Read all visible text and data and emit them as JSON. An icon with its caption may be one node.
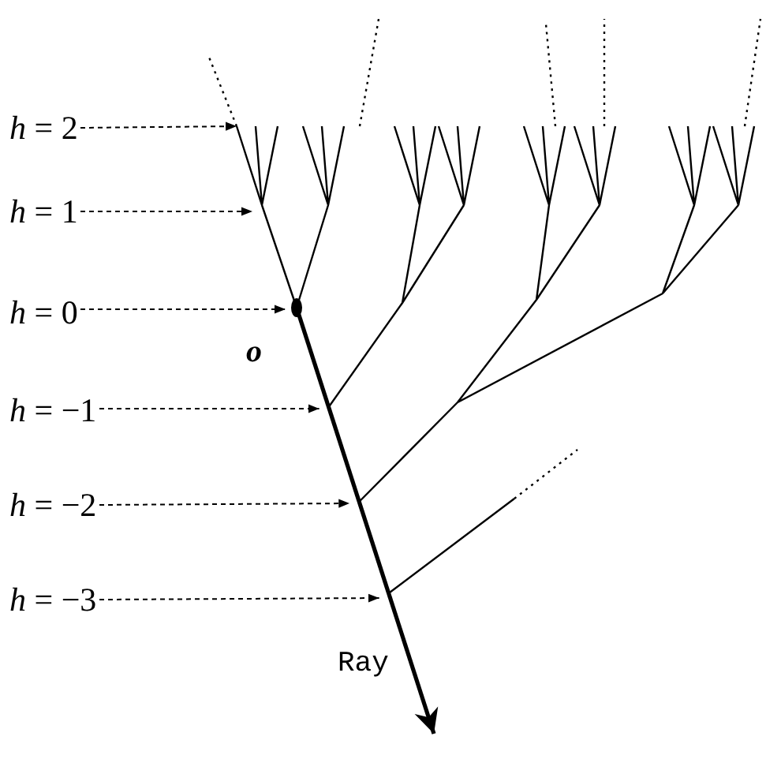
{
  "diagram": {
    "nodes": [
      {
        "text": [
          "*h* = 2"
        ]
      },
      {
        "text": [
          "*h* = 1"
        ]
      },
      {
        "text": [
          "*h* = 0"
        ]
      },
      {
        "text": [
          "*h* = −1"
        ]
      },
      {
        "text": [
          "*h* = −2"
        ]
      },
      {
        "text": [
          "*h* = −3"
        ]
      }
    ],
    "edges": [
      {
        "from": 0,
        "to": null,
        "arrow": "to",
        "style": "dashed"
      },
      {
        "from": 1,
        "to": null,
        "arrow": "to",
        "style": "dashed"
      },
      {
        "from": 2,
        "to": null,
        "arrow": "to",
        "style": "dashed"
      },
      {
        "from": 3,
        "to": null,
        "arrow": "to",
        "style": "dashed"
      },
      {
        "from": 4,
        "to": null,
        "arrow": "to",
        "style": "dashed"
      },
      {
        "from": 5,
        "to": null,
        "arrow": "to",
        "style": "dashed"
      }
    ],
    "labels": [
      "o",
      "Ray"
    ]
  }
}
